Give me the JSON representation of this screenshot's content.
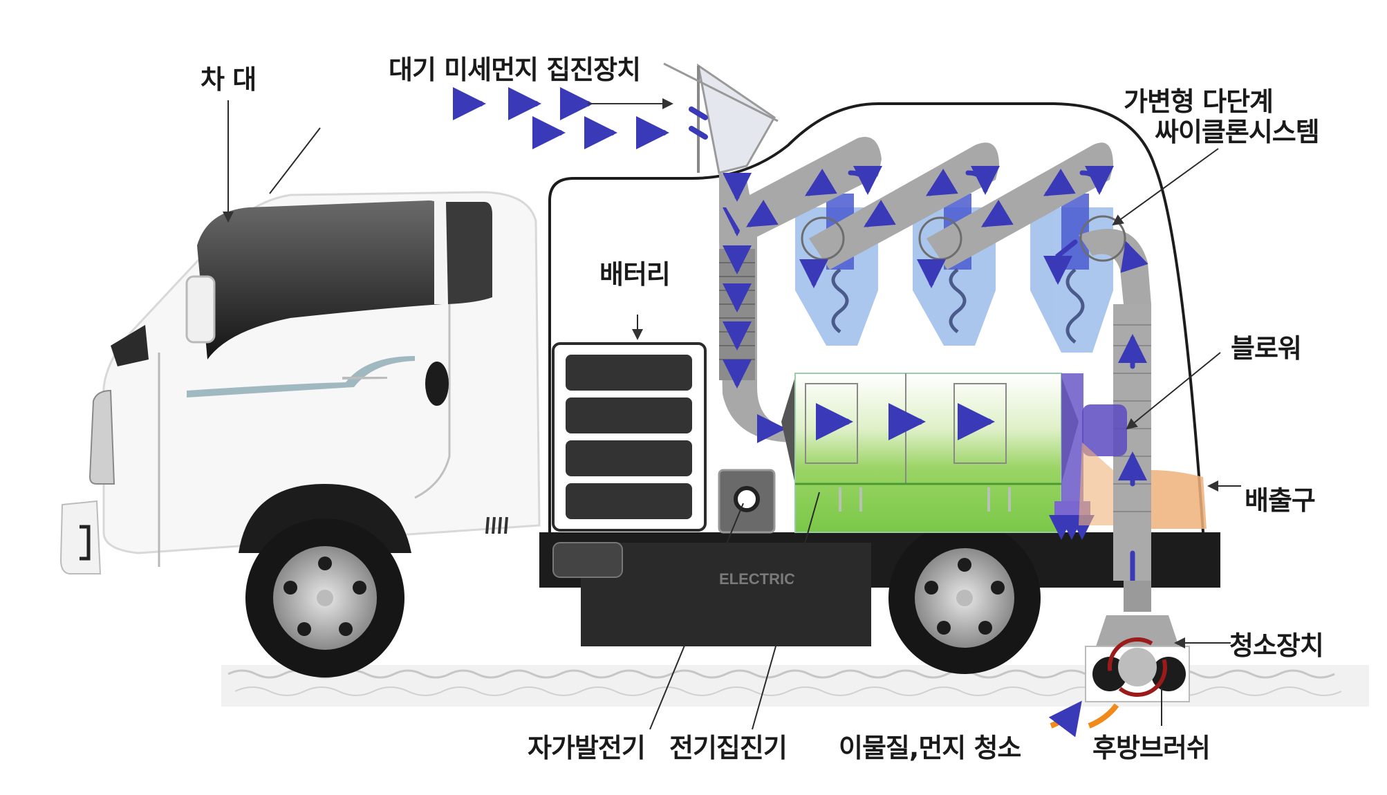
{
  "diagram": {
    "type": "labeled-vehicle-cutaway",
    "subject": "electric truck with fine-dust collection system",
    "colors": {
      "airflow_arrow": "#3a3ab8",
      "duct_gray": "#a8a8a8",
      "cyclone_blue": "#8fb4e8",
      "collector_green": "#8fd05a",
      "blower_purple": "#6a58c8",
      "exhaust_orange": "#f0b27a",
      "chassis_black": "#1c1c1c",
      "brush_red": "#9b1b1b",
      "label_text": "#1a1a1a"
    },
    "labels": {
      "chassis": "차 대",
      "fine_dust_collector": "대기 미세먼지 집진장치",
      "cyclone_line1": "가변형 다단계",
      "cyclone_line2": "싸이클론시스템",
      "battery": "배터리",
      "blower": "블로워",
      "exhaust": "배출구",
      "cleaning_device": "청소장치",
      "generator": "자가발전기",
      "electrostatic_precipitator": "전기집진기",
      "debris_cleaning": "이물질,먼지 청소",
      "rear_brush": "후방브러쉬"
    },
    "chassis_box_text": "ELECTRIC",
    "components": [
      {
        "id": "chassis",
        "label_ref": "labels.chassis"
      },
      {
        "id": "fine-dust-intake",
        "label_ref": "labels.fine_dust_collector"
      },
      {
        "id": "multi-stage-cyclone",
        "count": 3
      },
      {
        "id": "battery",
        "cells": 4
      },
      {
        "id": "blower"
      },
      {
        "id": "exhaust-outlet"
      },
      {
        "id": "cleaning-device"
      },
      {
        "id": "self-generator"
      },
      {
        "id": "electrostatic-precipitator"
      },
      {
        "id": "rear-brush"
      }
    ]
  }
}
